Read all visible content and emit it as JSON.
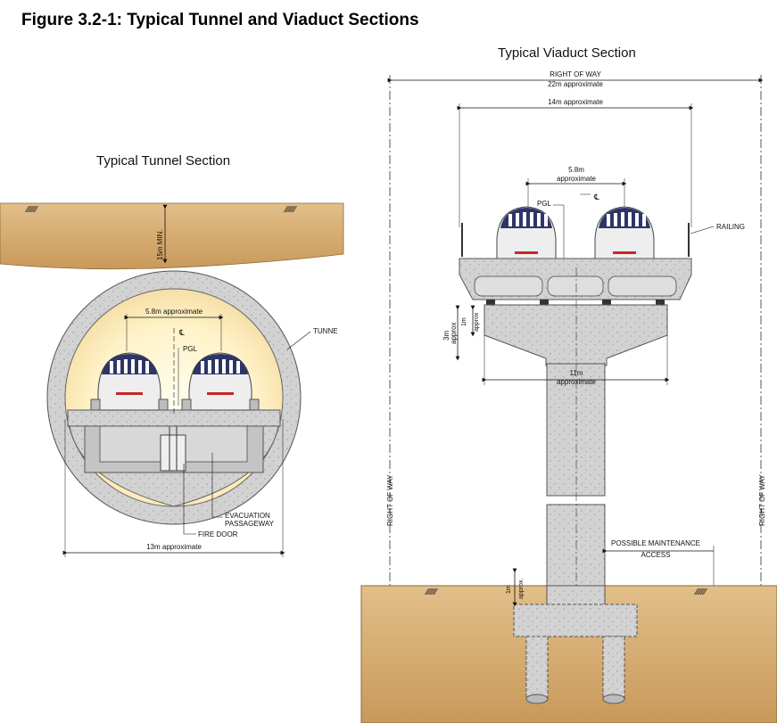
{
  "figure_title": "Figure 3.2-1: Typical Tunnel and Viaduct Sections",
  "tunnel": {
    "title": "Typical Tunnel Section",
    "dim_top": "5.8m approximate",
    "dim_bottom": "13m approximate",
    "cover": "15m MIN.",
    "centerline": "℄",
    "pgl": "PGL",
    "tunnel_label": "TUNNE",
    "evac_1": "EVACUATION",
    "evac_2": "PASSAGEWAY",
    "fire_door": "FIRE DOOR"
  },
  "viaduct": {
    "title": "Typical Viaduct Section",
    "row_1": "RIGHT OF WAY",
    "row_2": "22m approximate",
    "width_14": "14m approximate",
    "dim_58a": "5.8m",
    "dim_58b": "approximate",
    "centerline": "℄",
    "pgl": "PGL",
    "railing": "RAILING",
    "dim_3m_a": "3m",
    "dim_3m_b": "approx",
    "dim_1m_a": "1m",
    "dim_1m_b": "approx",
    "dim_11m_a": "11m",
    "dim_11m_b": "approximate",
    "row_side": "RIGHT OF WAY",
    "maint_1": "POSSIBLE MAINTENANCE",
    "maint_2": "ACCESS",
    "dim_1m_found_a": "1m",
    "dim_1m_found_b": "approx."
  }
}
